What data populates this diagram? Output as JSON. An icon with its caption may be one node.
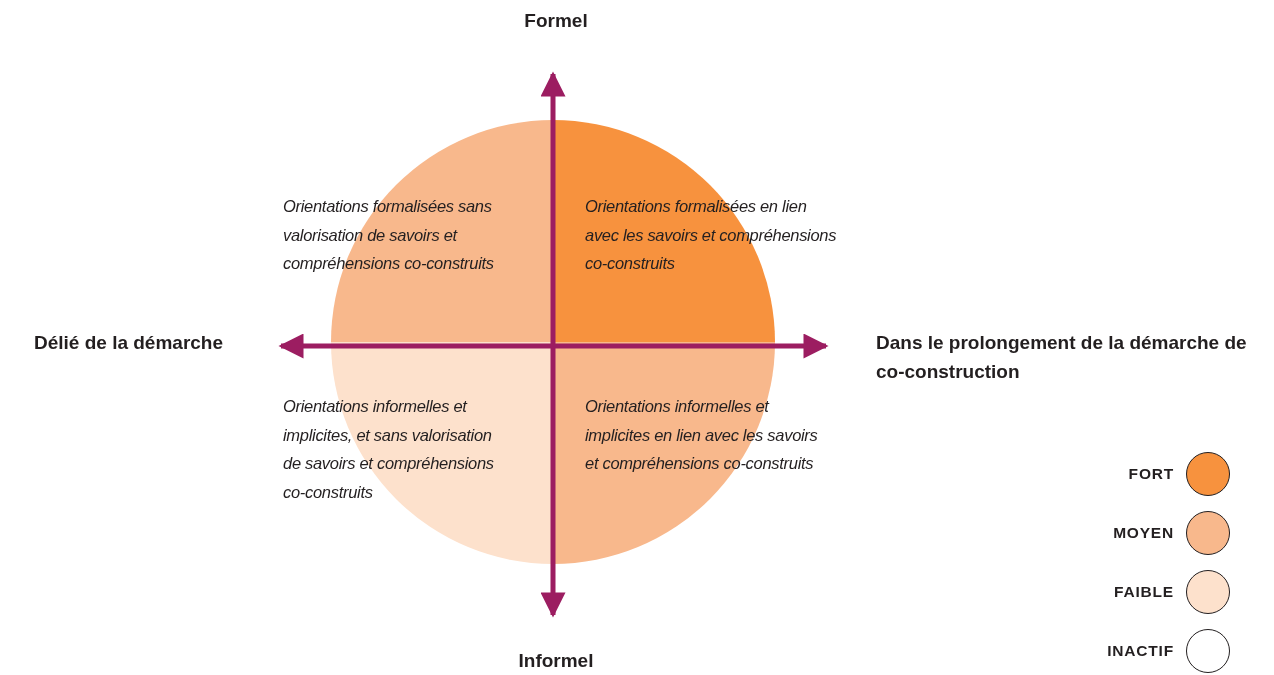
{
  "diagram": {
    "nodes": [
      {
        "text": [
          "Orientations formalisées sans valorisation de savoirs et compréhensions co-construits"
        ]
      },
      {
        "text": [
          "Orientations formalisées en lien avec les savoirs et compréhensions co-construits"
        ]
      },
      {
        "text": [
          "Orientations informelles et implicites, et sans valorisation de savoirs et compréhensions co-construits"
        ]
      },
      {
        "text": [
          "Orientations informelles et implicites en lien avec les savoirs et compréhensions co-construits"
        ]
      }
    ],
    "labels": [
      "Formel",
      "Délié de la démarche",
      "Dans le prolongement de la démarche de co-construction",
      "Informel"
    ],
    "legend": [
      {
        "text": "FORT",
        "color": "#f7923e"
      },
      {
        "text": "MOYEN",
        "color": "#f8b88c"
      },
      {
        "text": "FAIBLE",
        "color": "#fde1cc"
      },
      {
        "text": "INACTIF",
        "color": "#ffffff"
      }
    ]
  }
}
